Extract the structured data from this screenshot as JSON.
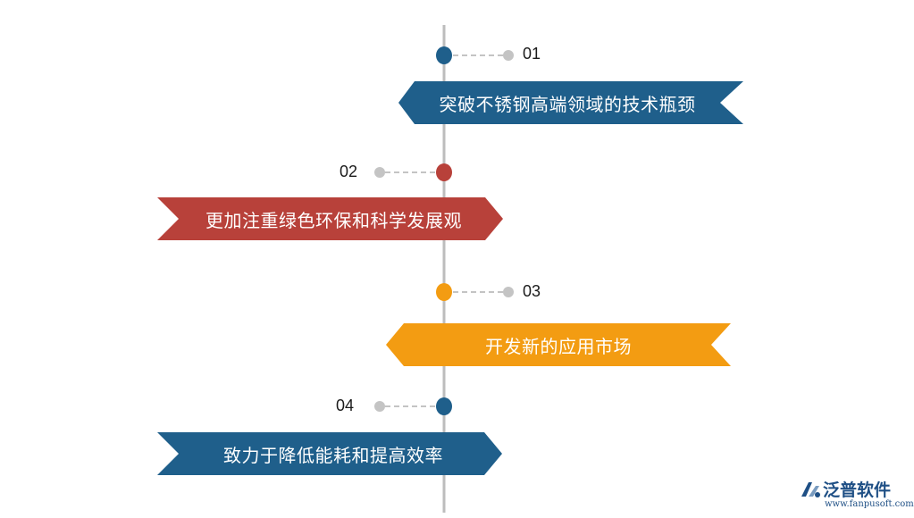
{
  "colors": {
    "blue": "#1f5f8b",
    "red": "#b8413a",
    "orange": "#f39c12",
    "spine": "#bdbdbd",
    "connector": "#c4c4c4"
  },
  "items": [
    {
      "number": "01",
      "label": "突破不锈钢高端领域的技术瓶颈",
      "color": "#1f5f8b"
    },
    {
      "number": "02",
      "label": "更加注重绿色环保和科学发展观",
      "color": "#b8413a"
    },
    {
      "number": "03",
      "label": "开发新的应用市场",
      "color": "#f39c12"
    },
    {
      "number": "04",
      "label": "致力于降低能耗和提高效率",
      "color": "#1f5f8b"
    }
  ],
  "logo": {
    "name": "泛普软件",
    "url": "www.fanpusoft.com",
    "icon": "fanpu-logo-icon"
  }
}
